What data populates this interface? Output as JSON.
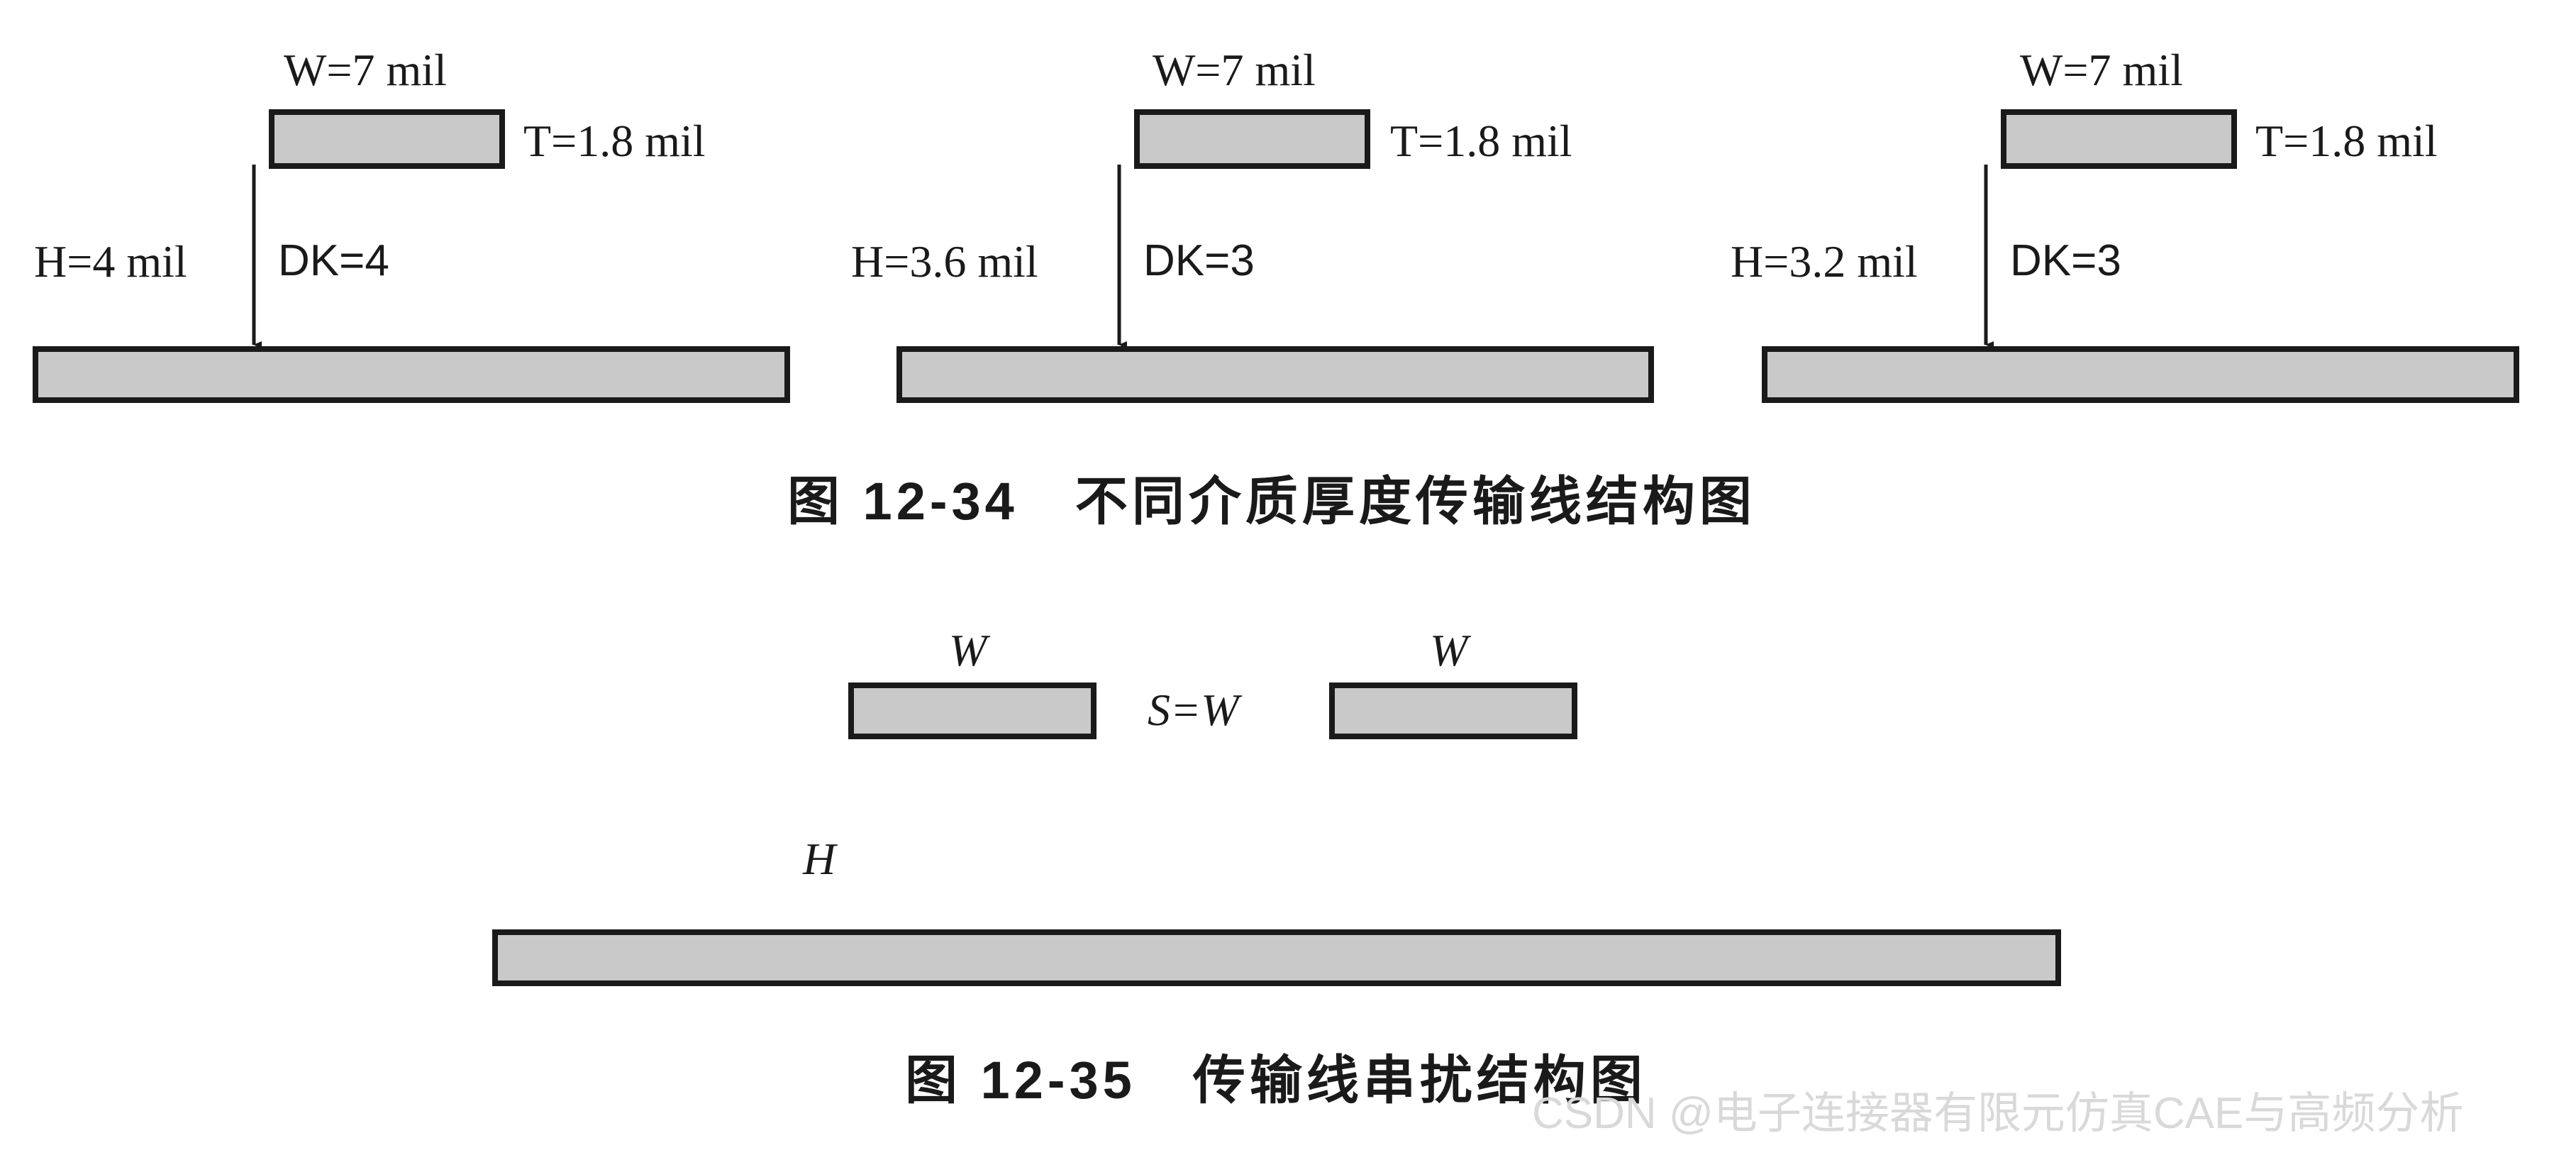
{
  "figure_12_34": {
    "caption": "图 12-34　不同介质厚度传输线结构图",
    "panels": [
      {
        "w_label": "W=7 mil",
        "t_label": "T=1.8 mil",
        "h_label": "H=4 mil",
        "dk_label": "DK=4"
      },
      {
        "w_label": "W=7 mil",
        "t_label": "T=1.8 mil",
        "h_label": "H=3.6 mil",
        "dk_label": "DK=3"
      },
      {
        "w_label": "W=7 mil",
        "t_label": "T=1.8 mil",
        "h_label": "H=3.2 mil",
        "dk_label": "DK=3"
      }
    ]
  },
  "figure_12_35": {
    "caption": "图 12-35　传输线串扰结构图",
    "w_label_left": "W",
    "w_label_right": "W",
    "s_label": "S=W",
    "h_label": "H"
  },
  "watermark": "CSDN @电子连接器有限元仿真CAE与高频分析",
  "colors": {
    "conductor_fill": "#c9c9c9",
    "stroke": "#1a1a1a",
    "text": "#1a1a1a",
    "watermark": "#d9d9d9"
  }
}
